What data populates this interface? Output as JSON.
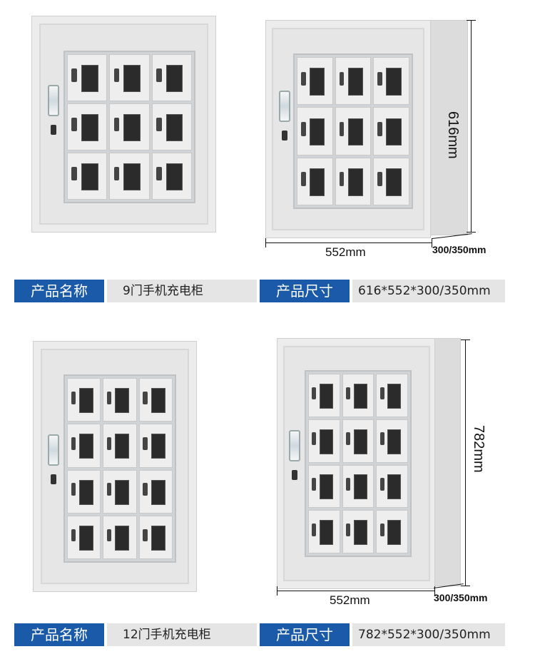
{
  "colors": {
    "label_blue": "#1a5aa8",
    "label_grey": "#e5e5e5"
  },
  "top": {
    "dims": {
      "width": "552mm",
      "height": "616mm",
      "depth": "300/350mm"
    },
    "labels": {
      "name_key": "产品名称",
      "name_value": "9门手机充电柜",
      "size_key": "产品尺寸",
      "size_value": "616*552*300/350mm"
    }
  },
  "bottom": {
    "dims": {
      "width": "552mm",
      "height": "782mm",
      "depth": "300/350mm"
    },
    "labels": {
      "name_key": "产品名称",
      "name_value": "12门手机充电柜",
      "size_key": "产品尺寸",
      "size_value": "782*552*300/350mm"
    }
  }
}
